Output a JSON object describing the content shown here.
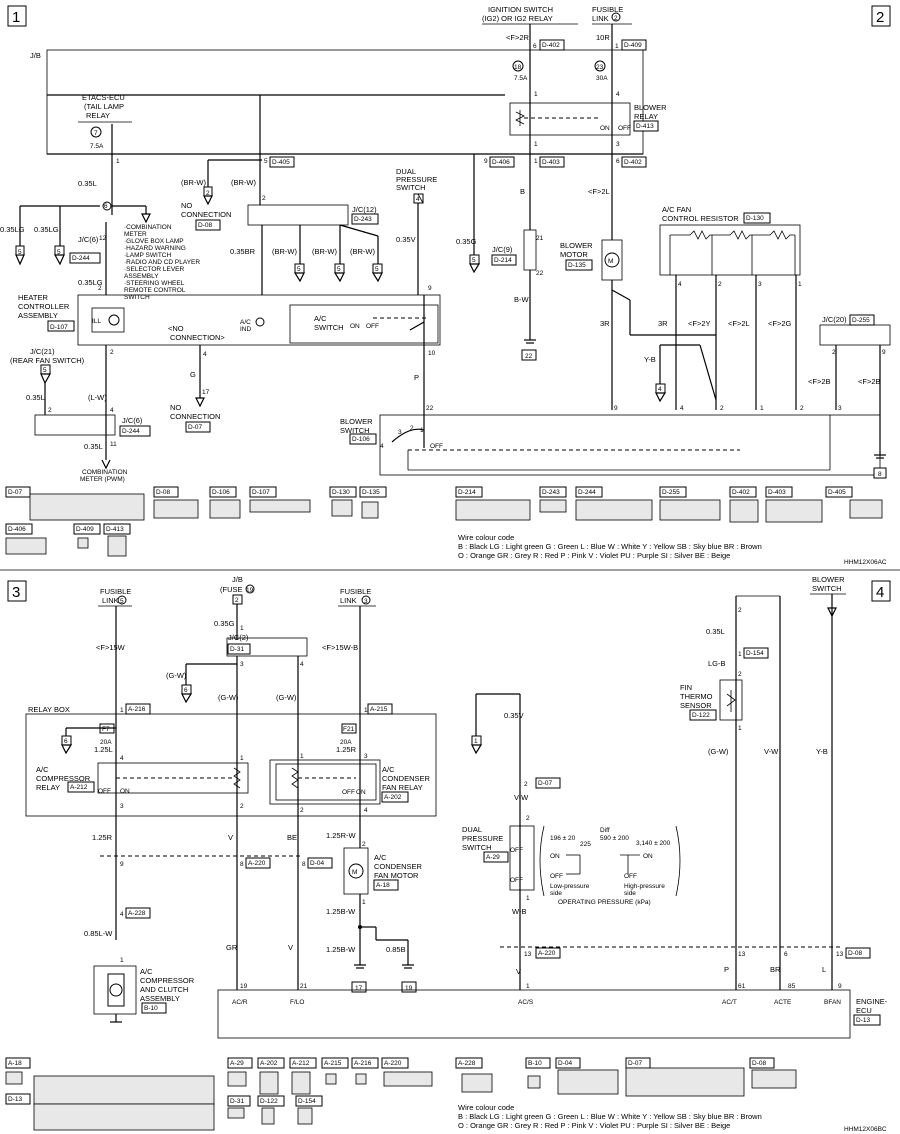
{
  "section1": {
    "panel_num": "1",
    "jb": "J/B",
    "etacs_ecu": [
      "ETACS-ECU",
      "(TAIL LAMP",
      "RELAY"
    ],
    "fuse7": "7",
    "amp7_5a": "7.5A",
    "pin1": "1",
    "w035L": "0.35L",
    "w035LG": "0.35LG",
    "w035LG2": "0.35LG",
    "node6": "6",
    "loads": [
      "·COMBINATION",
      " METER",
      "·GLOVE BOX LAMP",
      "·HAZARD WARNING",
      "·LAMP SWITCH",
      "·RADIO AND CD PLAYER",
      "·SELECTOR LEVER",
      " ASSEMBLY",
      "·STEERING WHEEL",
      " REMOTE CONTROL",
      " SWITCH"
    ],
    "jc6_a": "J/C(6)",
    "jc6_a_code": "D-244",
    "gnd5": "5",
    "gnd5b": "5",
    "pin12": "12",
    "pin2": "2",
    "heater_ctrl": [
      "HEATER",
      "CONTROLLER",
      "ASSEMBLY"
    ],
    "heater_code": "D-107",
    "ill": "ILL",
    "no_conn": "<NO",
    "no_conn2": "CONNECTION>",
    "jc21": "J/C(21)",
    "rear_fan": "(REAR FAN SWITCH)",
    "jc6_b": "J/C(6)",
    "jc6_b_code": "D-244",
    "w_L_W": "(L-W)",
    "pin11": "11",
    "pin4": "4",
    "comb_meter": [
      "COMBINATION",
      "METER (PWM)"
    ],
    "br_w": "(BR-W)",
    "br_w2": "(BR-W)",
    "no_conn_d08": [
      "NO",
      "CONNECTION"
    ],
    "d08": "D-08",
    "pin5_d405": "5",
    "d405": "D-405",
    "jc12": "J/C(12)",
    "d243": "D-243",
    "w035BR": "0.35BR",
    "g": "G",
    "pin17": "17",
    "no_conn_d07": [
      "NO",
      "CONNECTION"
    ],
    "d07": "D-07",
    "ac_ind": [
      "A/C",
      "IND"
    ],
    "ac_switch": [
      "A/C",
      "SWITCH"
    ],
    "on": "ON",
    "off": "OFF",
    "dual_ps": [
      "DUAL",
      "PRESSURE",
      "SWITCH"
    ],
    "gnd4": "4",
    "w035V": "0.35V",
    "p": "P",
    "pin9": "9",
    "pin10": "10"
  },
  "section2": {
    "panel_num": "2",
    "ign_switch": [
      "IGNITION SWITCH",
      "(IG2) OR IG2 RELAY"
    ],
    "fusible_link": [
      "FUSIBLE",
      "LINK"
    ],
    "fl_num": "2",
    "f2r": "<F>2R",
    "w10r": "10R",
    "pin6": "6",
    "d402": "D-402",
    "pin1": "1",
    "d409": "D-409",
    "fuse18": "18",
    "fuse23": "23",
    "amp75": "7.5A",
    "amp30": "30A",
    "blower_relay": [
      "BLOWER",
      "RELAY"
    ],
    "d413": "D-413",
    "pin9": "9",
    "d406": "D-406",
    "d403": "D-403",
    "d402b": "D-402",
    "b": "B",
    "f2L": "<F>2L",
    "w0356": "0.35G",
    "jc9": "J/C(9)",
    "d214": "D-214",
    "bw": "B-W",
    "gnd22": "22",
    "blower_motor": [
      "BLOWER",
      "MOTOR"
    ],
    "d135": "D-135",
    "ac_fan_res": [
      "A/C FAN",
      "CONTROL RESISTOR"
    ],
    "d130": "D-130",
    "r3": "3R",
    "r3b": "3R",
    "f2Y": "<F>2Y",
    "f2L2": "<F>2L",
    "f2G": "<F>2G",
    "yb": "Y-B",
    "jc20": "J/C(20)",
    "d255": "D-255",
    "f2B": "<F>2B",
    "f2B2": "<F>2B",
    "blower_switch": [
      "BLOWER",
      "SWITCH"
    ],
    "d106": "D-106",
    "gnd8": "8"
  },
  "connectors_top": [
    "D-07",
    "D-08",
    "D-106",
    "D-107",
    "D-130",
    "D-135",
    "D-406",
    "D-409",
    "D-413",
    "D-214",
    "D-243",
    "D-244",
    "D-255",
    "D-402",
    "D-403",
    "D-405"
  ],
  "wire_code": {
    "title": "Wire colour code",
    "line1": "B : Black    LG : Light green    G : Green    L : Blue    W : White    Y : Yellow    SB : Sky blue    BR : Brown",
    "line2": "O : Orange    GR : Grey    R : Red    P : Pink    V : Violet    PU : Purple    SI : Silver    BE : Beige"
  },
  "code_top": "HHM12X06AC",
  "section3": {
    "panel_num": "3",
    "fusible5": [
      "FUSIBLE",
      "LINK"
    ],
    "fl5": "5",
    "f15w": "<F>15W",
    "jb_fuse": [
      "J/B",
      "(FUSE"
    ],
    "fuse19": "19",
    "pin2": "2",
    "w035G": "0.35G",
    "jc2": "J/C(2)",
    "d31": "D-31",
    "fusible3": [
      "FUSIBLE",
      "LINK"
    ],
    "fl3": "3",
    "f15wb": "<F>15W-B",
    "gw": "(G-W)",
    "gw2": "(G-W)",
    "gw3": "(G-W)",
    "gnd6": "6",
    "gnd6b": "6",
    "relay_box": "RELAY BOX",
    "a216": "A-216",
    "a215": "A-215",
    "f7": "F7",
    "f21": "F21",
    "amp20": "20A",
    "amp20b": "20A",
    "w125L": "1.25L",
    "w125R": "1.25R",
    "ac_comp_relay": [
      "A/C",
      "COMPRESSOR",
      "RELAY"
    ],
    "a212": "A-212",
    "ac_cond_relay": [
      "A/C",
      "CONDENSER",
      "FAN RELAY"
    ],
    "a202": "A-202",
    "w125R2": "1.25R",
    "v": "V",
    "be": "BE",
    "w125RW": "1.25R-W",
    "pin8": "8",
    "a220": "A-220",
    "d04": "D-04",
    "ac_cond_motor": [
      "A/C",
      "CONDENSER",
      "FAN MOTOR"
    ],
    "a18": "A-18",
    "a228": "A-228",
    "w085LW": "0.85L-W",
    "w125BW": "1.25B-W",
    "w125BW2": "1.25B-W",
    "w085B": "0.85B",
    "gnd17": "17",
    "gnd19": "19",
    "ac_comp_clutch": [
      "A/C",
      "COMPRESSOR",
      "AND CLUTCH",
      "ASSEMBLY"
    ],
    "b10": "B-10",
    "gr": "GR",
    "v2": "V",
    "ecu_pin19": "19",
    "ecu_pin21": "21",
    "ac_r": "AC/R",
    "f_lo": "F/LO"
  },
  "section4": {
    "panel_num": "4",
    "blower_switch": [
      "BLOWER",
      "SWITCH"
    ],
    "gnd1": "1",
    "w035V": "0.35V",
    "d07": "D-07",
    "vw": "V-W",
    "dual_ps": [
      "DUAL",
      "PRESSURE",
      "SWITCH"
    ],
    "a29": "A-29",
    "wb": "W-B",
    "a220": "A-220",
    "v": "V",
    "op_label": "OPERATING PRESSURE (kPa)",
    "low_side": [
      "Low-pressure",
      "side"
    ],
    "high_side": [
      "High-pressure",
      "side"
    ],
    "p196": "196 ± 20",
    "p225": "225",
    "diff": "Diff",
    "p590": "590 ± 200",
    "p3140": "3,140 ± 200",
    "w035L": "0.35L",
    "d154": "D-154",
    "lgb": "LG-B",
    "fin_thermo": [
      "FIN",
      "THERMO",
      "SENSOR"
    ],
    "d122": "D-122",
    "gw": "(G-W)",
    "vw2": "V-W",
    "yb": "Y-B",
    "p": "P",
    "br": "BR",
    "l": "L",
    "pin13": "13",
    "d08": "D-08",
    "ac_s": "AC/S",
    "ac_t": "AC/T",
    "acte": "ACTE",
    "bfan": "BFAN",
    "ecu_pin61": "61",
    "ecu_pin85": "85",
    "ecu_pin9": "9",
    "ecu_pin1": "1",
    "engine_ecu": [
      "ENGINE-",
      "ECU"
    ],
    "d13": "D-13"
  },
  "connectors_bottom": [
    "A-18",
    "D-13",
    "A-29",
    "A-202",
    "A-212",
    "A-215",
    "A-216",
    "A-220",
    "D-31",
    "D-122",
    "D-154",
    "A-228",
    "B-10",
    "D-04",
    "D-07",
    "D-08"
  ],
  "code_bottom": "HHM12X06BC"
}
